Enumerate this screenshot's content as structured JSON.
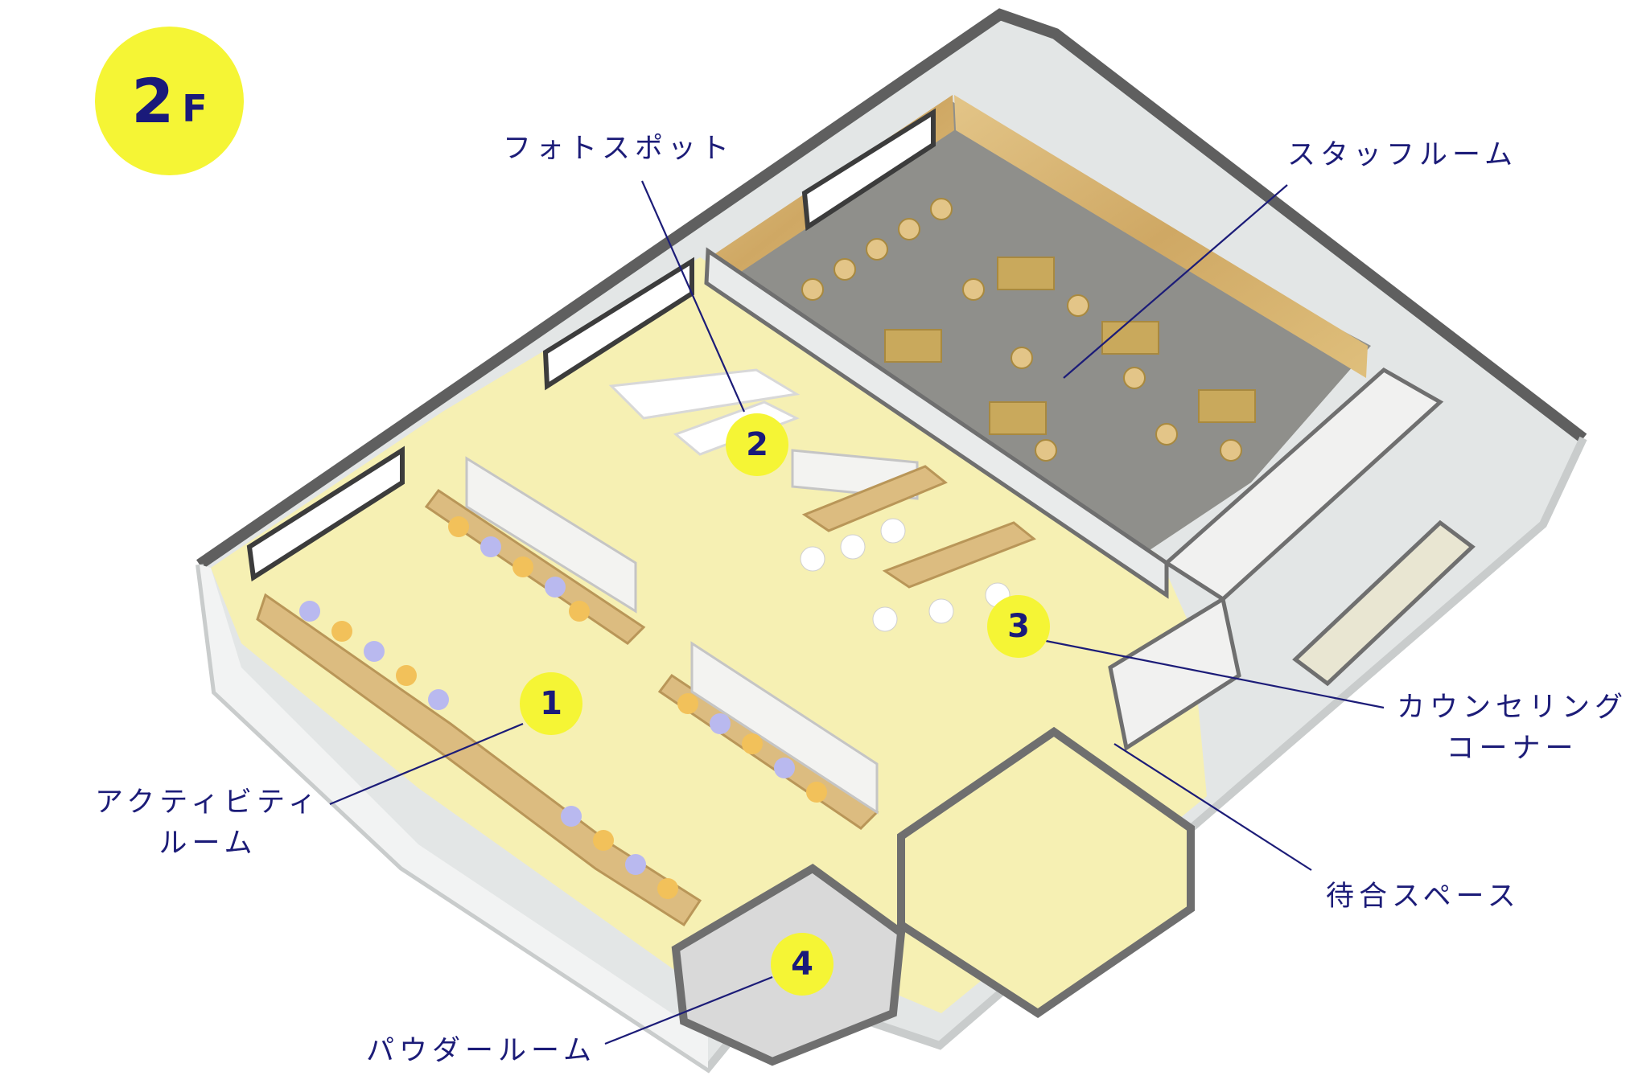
{
  "floor": {
    "number": "2",
    "unit": "F"
  },
  "colors": {
    "accent": "#f5f535",
    "text": "#1c1c78",
    "floor": "#f6f0b3",
    "staff_floor": "#8f8f8b",
    "wall": "#f1f1f0",
    "wall_edge": "#6f6f6f",
    "wood": "#d9b777",
    "chair_orange": "#f2c15a",
    "chair_purple": "#b9b9ef"
  },
  "rooms": [
    {
      "id": "activity",
      "marker": "1",
      "label_lines": [
        "アクティビティ",
        "ルーム"
      ]
    },
    {
      "id": "photo",
      "marker": "2",
      "label_lines": [
        "フォトスポット"
      ]
    },
    {
      "id": "counseling",
      "marker": "3",
      "label_lines": [
        "カウンセリング",
        "コーナー"
      ]
    },
    {
      "id": "powder",
      "marker": "4",
      "label_lines": [
        "パウダールーム"
      ]
    },
    {
      "id": "staff",
      "marker": "",
      "label_lines": [
        "スタッフルーム"
      ]
    },
    {
      "id": "waiting",
      "marker": "",
      "label_lines": [
        "待合スペース"
      ]
    }
  ]
}
